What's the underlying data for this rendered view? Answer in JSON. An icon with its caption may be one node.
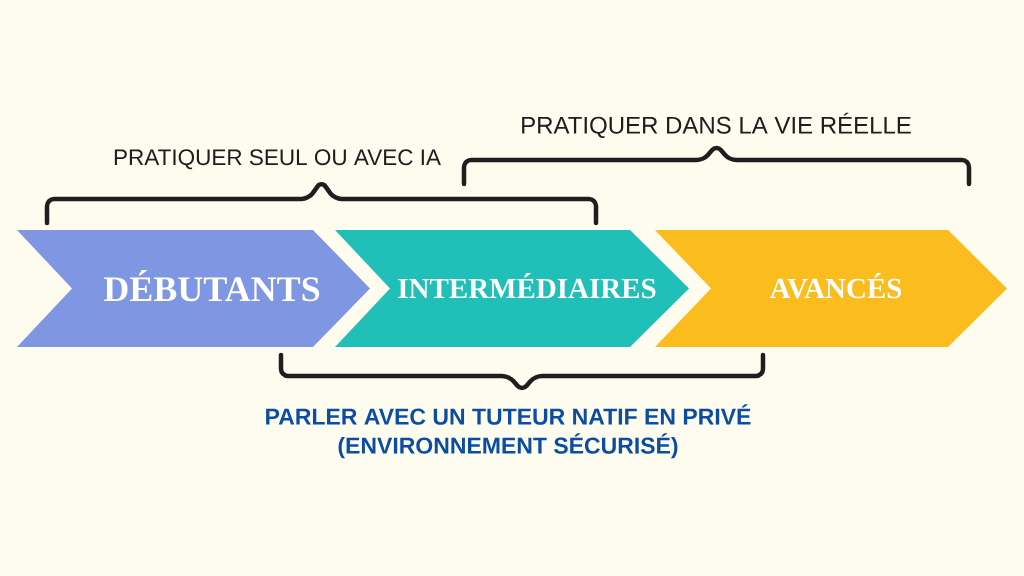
{
  "diagram": {
    "nodes": [
      {
        "text": [
          "DÉBUTANTS"
        ]
      },
      {
        "text": [
          "INTERMÉDIAIRES"
        ]
      },
      {
        "text": [
          "AVANCÉS"
        ]
      }
    ],
    "labels": [
      "PRATIQUER DANS LA VIE RÉELLE",
      "PRATIQUER SEUL OU AVEC IA",
      "PARLER AVEC UN TUTEUR NATIF EN PRIVÉ (ENVIRONNEMENT SÉCURISÉ)"
    ]
  }
}
